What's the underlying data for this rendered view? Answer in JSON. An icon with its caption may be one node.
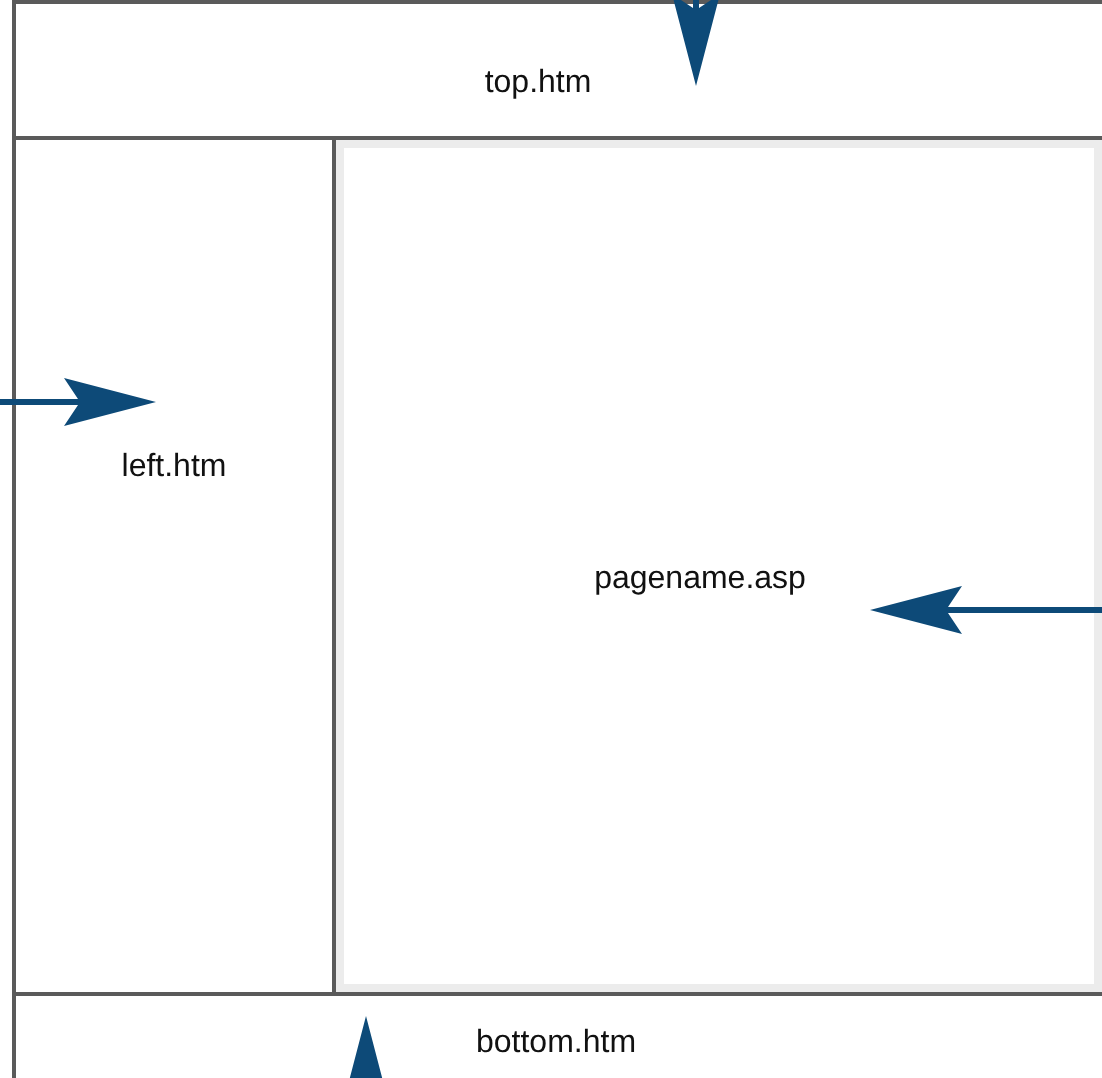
{
  "diagram": {
    "nodes": [
      {
        "text": [
          "top.htm"
        ]
      },
      {
        "text": [
          "left.htm"
        ]
      },
      {
        "text": [
          "pagename.asp"
        ]
      },
      {
        "text": [
          "bottom.htm"
        ]
      }
    ],
    "edges": [
      {
        "from": null,
        "to": 0,
        "arrow": "to"
      },
      {
        "from": null,
        "to": 1,
        "arrow": "to"
      },
      {
        "from": null,
        "to": 2,
        "arrow": "to"
      },
      {
        "from": null,
        "to": 3,
        "arrow": "to"
      }
    ]
  }
}
